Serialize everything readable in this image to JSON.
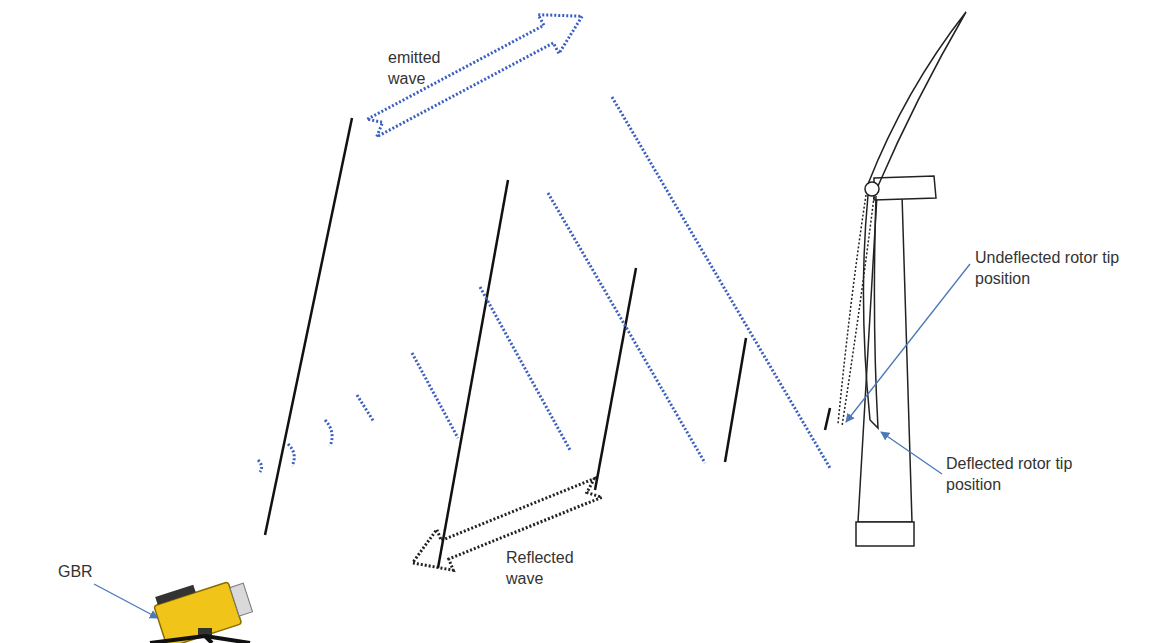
{
  "diagram": {
    "labels": [
      "emitted wave",
      "GBR",
      "Undeflected rotor tip position",
      "Deflected rotor tip position",
      "Reflected wave"
    ]
  }
}
